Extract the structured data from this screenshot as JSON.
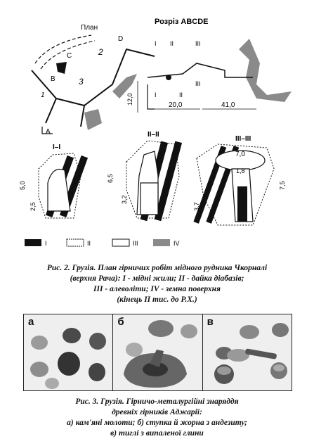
{
  "figure2": {
    "section_title": "Розріз ABCDE",
    "plan_label": "План",
    "point_labels": [
      "A",
      "B",
      "C",
      "D"
    ],
    "numbers": [
      "1",
      "2",
      "3"
    ],
    "section_marks": [
      "I",
      "II",
      "III"
    ],
    "dimensions": {
      "plan_vertical": "12,0",
      "plan_h1": "20,0",
      "plan_h2": "41,0",
      "s1_height": "5,0",
      "s1_inner": "2,5",
      "s2_height": "6,5",
      "s2_inner": "3,2",
      "s3_width": "7,0",
      "s3_inner": "1,8",
      "s3_height": "7,5",
      "s3_left": "3,7"
    },
    "section_titles": [
      "I–I",
      "II–II",
      "III–III"
    ],
    "legend": [
      "I",
      "II",
      "III",
      "IV"
    ]
  },
  "caption2": {
    "line1": "Рис. 2. Грузія. План гірничих робіт мідного рудника Чкорналі",
    "line2": "(верхня Рача): I - мідні жили; II - дайка діабазів;",
    "line3": "III - алеволіти; IV - земна поверхня",
    "line4": "(кінець II тис. до Р.Х.)"
  },
  "photos": {
    "panels": [
      "а",
      "б",
      "в"
    ]
  },
  "caption3": {
    "line1": "Рис. 3. Грузія. Гірничо-металургійні знаряддя",
    "line2": "древніх гірників Аджарії:",
    "line3": "а) кам'яні молоти; б) ступка й жорна з андезиту;",
    "line4": "в) тиглі з випаленої глини"
  },
  "colors": {
    "ore": "#111111",
    "surface": "#8a8a8a"
  }
}
